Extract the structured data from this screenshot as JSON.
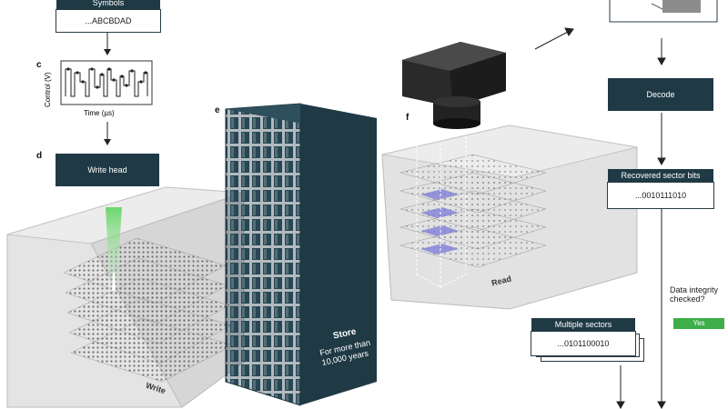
{
  "panels": {
    "c": "c",
    "d": "d",
    "e": "e",
    "f": "f"
  },
  "symbols": {
    "title": "Symbols",
    "value": "...ABCBDAD"
  },
  "control_plot": {
    "ylabel": "Control (V)",
    "xlabel": "Time (µs)"
  },
  "write_head": "Write head",
  "store": {
    "title": "Store",
    "subtitle": "For more than 10,000 years"
  },
  "write_label": "Write",
  "read_label": "Read",
  "decode": "Decode",
  "recovered": {
    "title": "Recovered sector bits",
    "value": "...0010111010"
  },
  "integrity": {
    "question": "Data integrity checked?",
    "answer": "Yes",
    "answer_color": "#3dae49"
  },
  "multiple": {
    "title": "Multiple sectors",
    "value": "...0101100010"
  },
  "colors": {
    "dark_box": "#1f3a45",
    "glass": "#d8d8d8",
    "voxel_highlight": "#7b78d6",
    "laser": "#9be59b"
  }
}
